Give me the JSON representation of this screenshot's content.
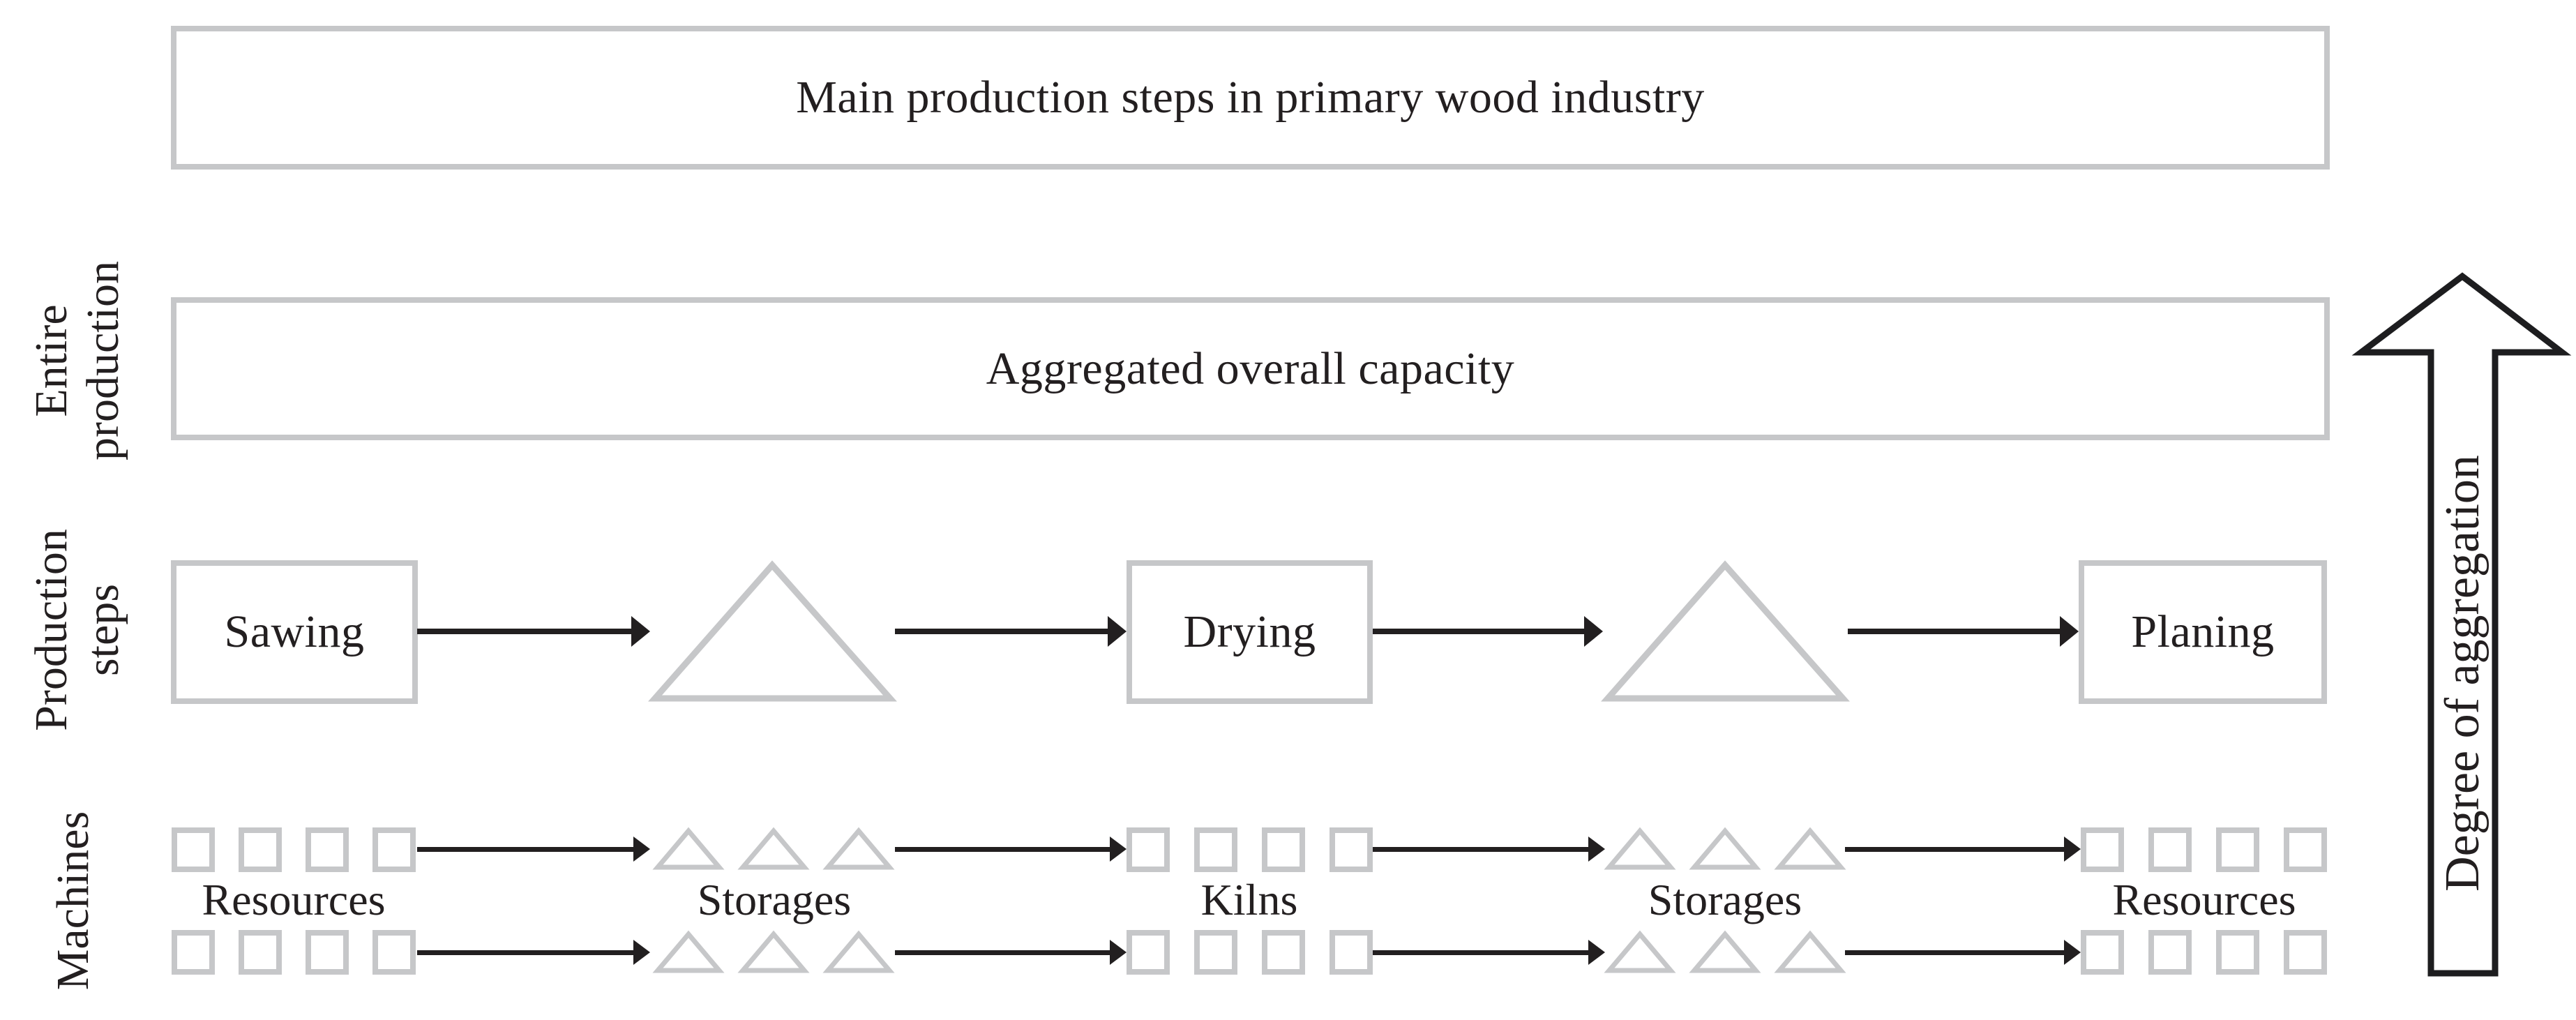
{
  "figure": {
    "title": "Main production steps in primary wood industry",
    "capacity_label": "Aggregated overall capacity",
    "side_labels": {
      "entire": [
        "Entire",
        "production"
      ],
      "production_steps": [
        "Production",
        "steps"
      ],
      "machines": "Machines"
    },
    "steps": {
      "sawing": "Sawing",
      "drying": "Drying",
      "planing": "Planing"
    },
    "machine_groups": {
      "resources_left": "Resources",
      "storages_left": "Storages",
      "kilns": "Kilns",
      "storages_right": "Storages",
      "resources_right": "Resources"
    },
    "aggregation_arrow_label": "Degree of aggregation",
    "colors": {
      "outline_gray": "#c6c7c9",
      "ink": "#221f20"
    }
  }
}
